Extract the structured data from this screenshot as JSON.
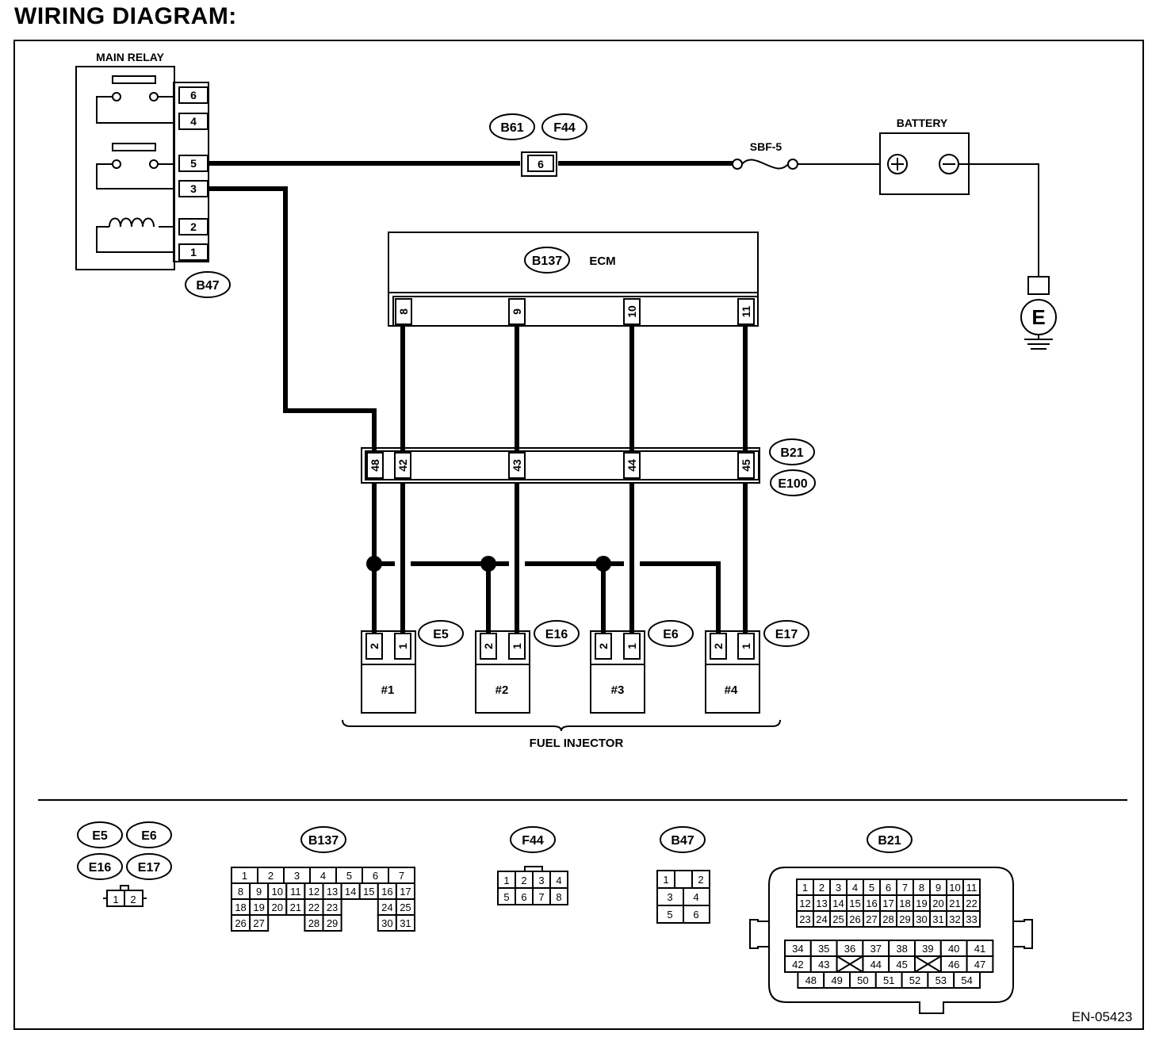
{
  "title": "WIRING DIAGRAM:",
  "main_relay": {
    "label": "MAIN RELAY",
    "connector": "B47",
    "pins": [
      "6",
      "4",
      "5",
      "3",
      "2",
      "1"
    ]
  },
  "relay_coil_symbol": "OOO",
  "battery": {
    "label": "BATTERY",
    "plus": "⊕",
    "minus": "⊖"
  },
  "fuse": {
    "label": "SBF-5"
  },
  "inline_connector": {
    "ids": [
      "B61",
      "F44"
    ],
    "pin": "6"
  },
  "ground": {
    "label": "E"
  },
  "ecm": {
    "label": "ECM",
    "connector": "B137",
    "pins": [
      "8",
      "9",
      "10",
      "11"
    ]
  },
  "junction_connector": {
    "ids": [
      "B21",
      "E100"
    ],
    "pins": [
      "48",
      "42",
      "43",
      "44",
      "45"
    ]
  },
  "injectors": {
    "group_label": "FUEL INJECTOR",
    "items": [
      {
        "name": "#1",
        "connector": "E5",
        "pins": [
          "2",
          "1"
        ]
      },
      {
        "name": "#2",
        "connector": "E16",
        "pins": [
          "2",
          "1"
        ]
      },
      {
        "name": "#3",
        "connector": "E6",
        "pins": [
          "2",
          "1"
        ]
      },
      {
        "name": "#4",
        "connector": "E17",
        "pins": [
          "2",
          "1"
        ]
      }
    ]
  },
  "connector_views": {
    "injector": {
      "ids": [
        "E5",
        "E6",
        "E16",
        "E17"
      ],
      "pins": [
        "1",
        "2"
      ]
    },
    "b137": {
      "id": "B137",
      "rows": [
        [
          "1",
          "2",
          "3",
          "4",
          "5",
          "6",
          "7"
        ],
        [
          "8",
          "9",
          "10",
          "11",
          "12",
          "13",
          "14",
          "15",
          "16",
          "17"
        ],
        [
          "18",
          "19",
          "20",
          "21",
          "22",
          "23",
          "24",
          "25"
        ],
        [
          "26",
          "27",
          "28",
          "29",
          "30",
          "31"
        ]
      ]
    },
    "f44": {
      "id": "F44",
      "rows": [
        [
          "1",
          "2",
          "3",
          "4"
        ],
        [
          "5",
          "6",
          "7",
          "8"
        ]
      ]
    },
    "b47": {
      "id": "B47",
      "rows": [
        [
          "1",
          "2"
        ],
        [
          "3",
          "4"
        ],
        [
          "5",
          "6"
        ]
      ]
    },
    "b21": {
      "id": "B21",
      "rows": [
        [
          "1",
          "2",
          "3",
          "4",
          "5",
          "6",
          "7",
          "8",
          "9",
          "10",
          "11"
        ],
        [
          "12",
          "13",
          "14",
          "15",
          "16",
          "17",
          "18",
          "19",
          "20",
          "21",
          "22"
        ],
        [
          "23",
          "24",
          "25",
          "26",
          "27",
          "28",
          "29",
          "30",
          "31",
          "32",
          "33"
        ],
        [
          "34",
          "35",
          "36",
          "37",
          "38",
          "39",
          "40",
          "41"
        ],
        [
          "42",
          "43",
          "44",
          "45",
          "46",
          "47"
        ],
        [
          "48",
          "49",
          "50",
          "51",
          "52",
          "53",
          "54"
        ]
      ]
    }
  },
  "figure_id": "EN-05423"
}
